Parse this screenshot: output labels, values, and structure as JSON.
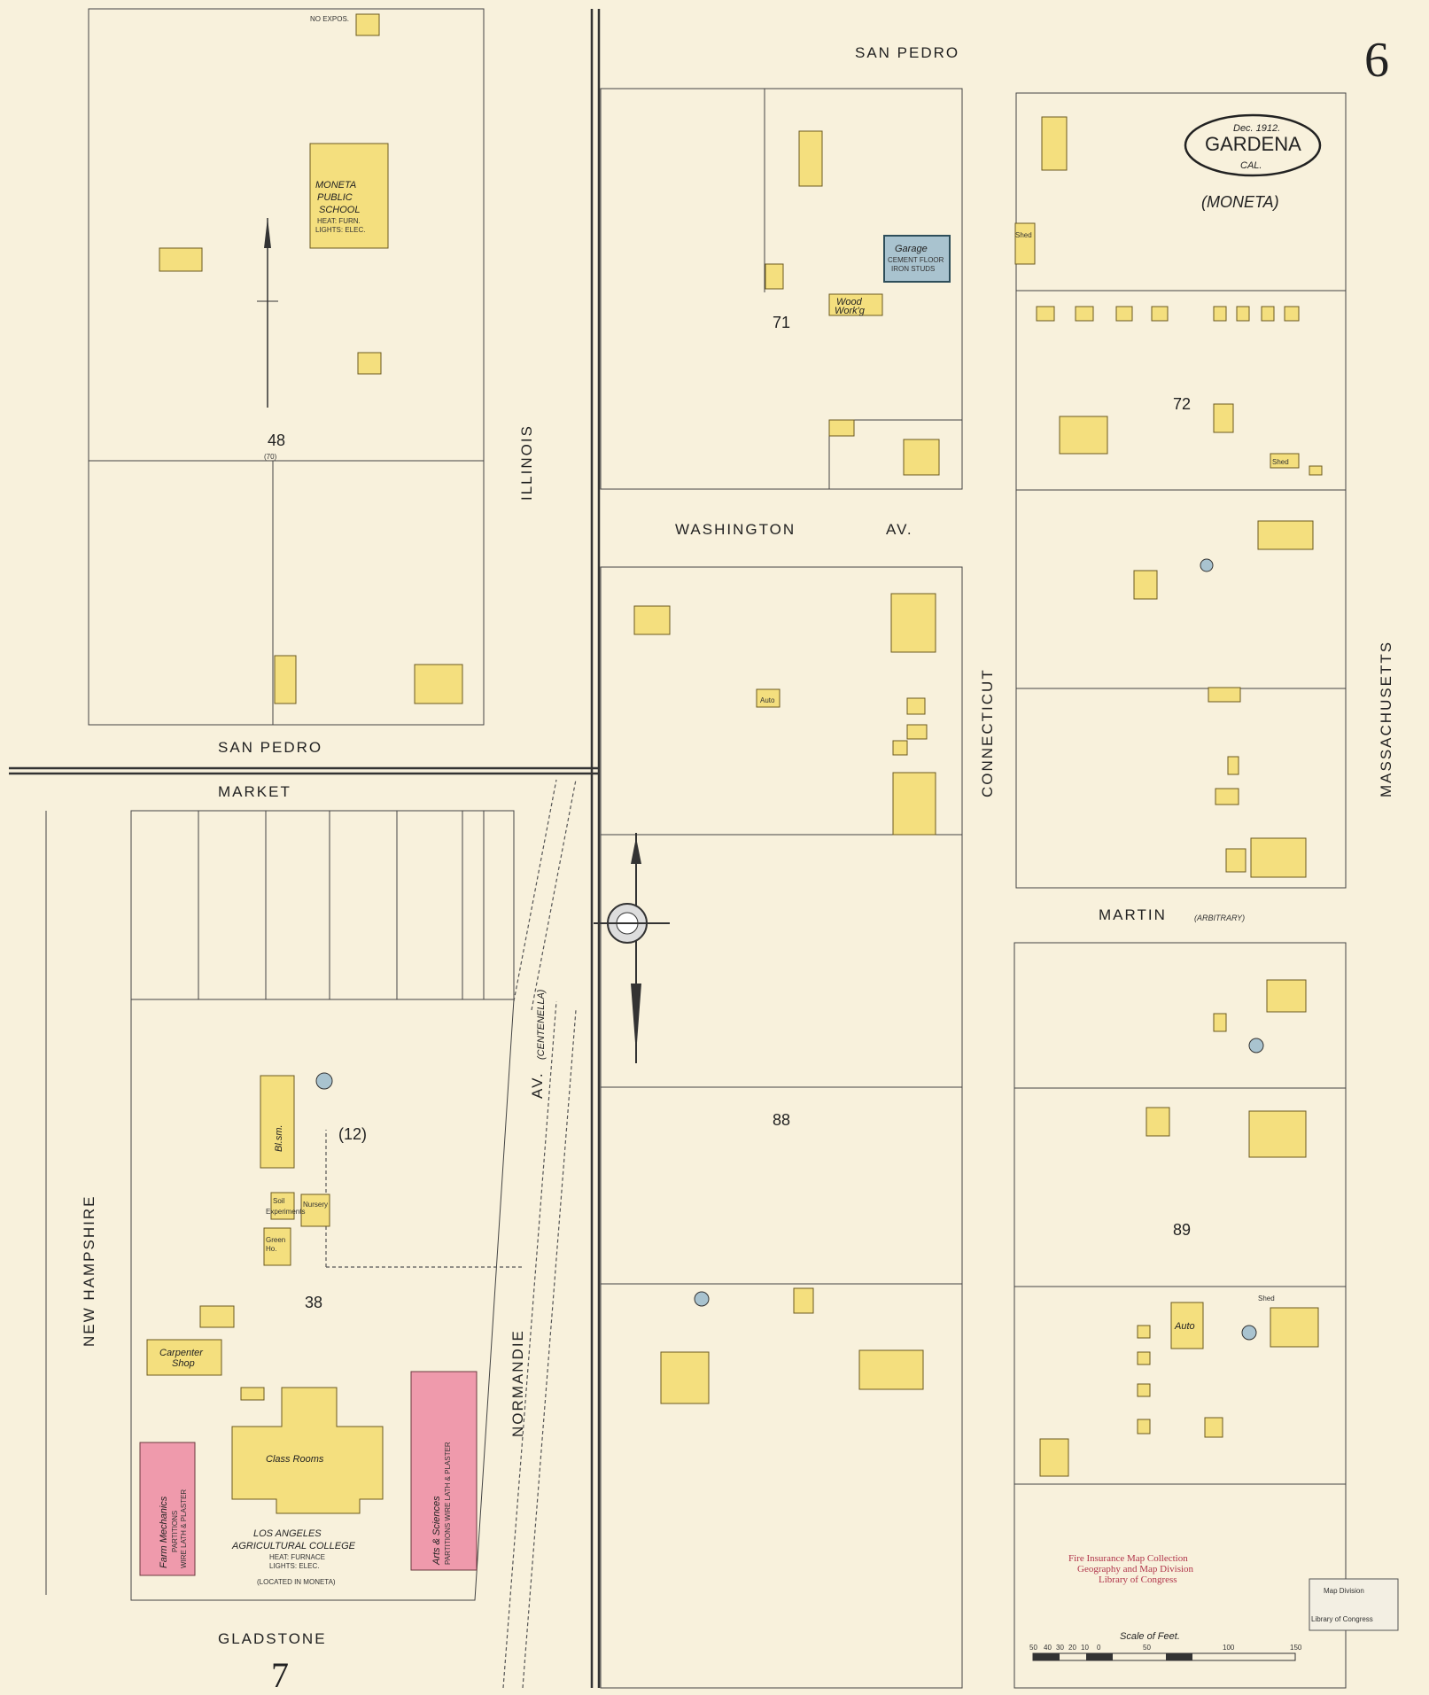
{
  "map_title": {
    "date": "Dec. 1912.",
    "city": "GARDENA",
    "state": "CAL.",
    "locality": "(MONETA)"
  },
  "sheet_number": "6",
  "next_sheet": "7",
  "streets": {
    "san_pedro_top": "SAN PEDRO",
    "san_pedro_left": "SAN PEDRO",
    "market": "MARKET",
    "illinois": "ILLINOIS",
    "washington": "WASHINGTON",
    "washington_suffix": "AV.",
    "connecticut": "CONNECTICUT",
    "massachusetts": "MASSACHUSETTS",
    "martin": "MARTIN",
    "martin_note": "(ARBITRARY)",
    "new_hampshire": "NEW HAMPSHIRE",
    "normandie": "NORMANDIE",
    "normandie_suffix": "AV.",
    "centenella": "(CENTENELLA)",
    "gladstone": "GLADSTONE"
  },
  "blocks": [
    "48",
    "(70)",
    "71",
    "72",
    "38",
    "88",
    "89",
    "(12)"
  ],
  "buildings": {
    "school": [
      "MONETA",
      "PUBLIC",
      "SCHOOL"
    ],
    "school_note": [
      "HEAT: FURN.",
      "LIGHTS: ELEC."
    ],
    "garage": [
      "Garage",
      "CEMENT FLOOR",
      "IRON STUDS"
    ],
    "wood_wkg": [
      "Wood",
      "Work'g"
    ],
    "class_rooms": "Class Rooms",
    "college": [
      "LOS ANGELES",
      "AGRICULTURAL COLLEGE"
    ],
    "college_note": [
      "HEAT: FURNACE",
      "LIGHTS: ELEC.",
      "(LOCATED IN MONETA)"
    ],
    "farm_mech": [
      "Farm Mechanics",
      "PARTITIONS",
      "WIRE LATH & PLASTER"
    ],
    "arts_sci": [
      "Arts & Sciences",
      "PARTITIONS WIRE LATH & PLASTER"
    ],
    "carpenter": [
      "Carpenter",
      "Shop"
    ],
    "bsm": "Bl.sm.",
    "nursery": "Nursery",
    "soil": [
      "Soil",
      "Experiments"
    ],
    "green_ho": [
      "Green",
      "Ho."
    ],
    "auto": "Auto",
    "shed": "Shed",
    "no_exps": "NO EXPOS."
  },
  "scale": {
    "label": "Scale of Feet.",
    "ticks": [
      "50",
      "40",
      "30",
      "20",
      "10",
      "0",
      "",
      "50",
      "",
      "100",
      "",
      "150"
    ]
  },
  "stamp": [
    "Fire Insurance Map Collection",
    "Geography and Map Division",
    "Library of Congress"
  ],
  "label_box": [
    "Map Division",
    "Library of Congress"
  ],
  "colors": {
    "paper": "#f8f1dc",
    "brick": "#ef9aac",
    "frame": "#f4df7e",
    "stone": "#a9c3cf"
  }
}
